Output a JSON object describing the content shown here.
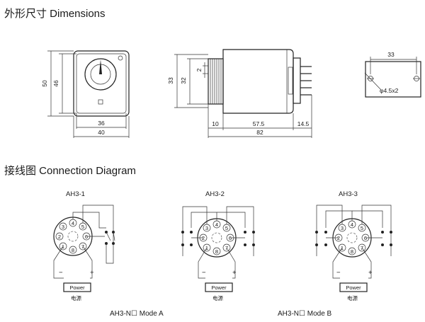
{
  "dimensions": {
    "heading": "外形尺寸 Dimensions",
    "front": {
      "height_outer": "50",
      "height_inner": "46",
      "width_inner": "36",
      "width_outer": "40"
    },
    "side": {
      "h_outer": "33",
      "h_inner": "32",
      "knob": "2",
      "seg_left": "10",
      "seg_mid": "57.5",
      "seg_right": "14.5",
      "total": "82"
    },
    "mount": {
      "spacing": "33",
      "hole": "φ4.5x2"
    }
  },
  "connection": {
    "heading": "接线图 Connection Diagram",
    "diagrams": [
      {
        "title": "AH3-1",
        "minus": "−",
        "plus": "+",
        "power": "Power",
        "power_cn": "电源"
      },
      {
        "title": "AH3-2",
        "minus": "−",
        "plus": "+",
        "power": "Power",
        "power_cn": "电源"
      },
      {
        "title": "AH3-3",
        "minus": "−",
        "plus": "+",
        "power": "Power",
        "power_cn": "电源"
      }
    ],
    "pins": [
      "1",
      "2",
      "3",
      "4",
      "5",
      "6",
      "7",
      "8"
    ],
    "mode_a": "AH3-N☐ Mode A",
    "mode_b": "AH3-N☐ Mode B"
  }
}
